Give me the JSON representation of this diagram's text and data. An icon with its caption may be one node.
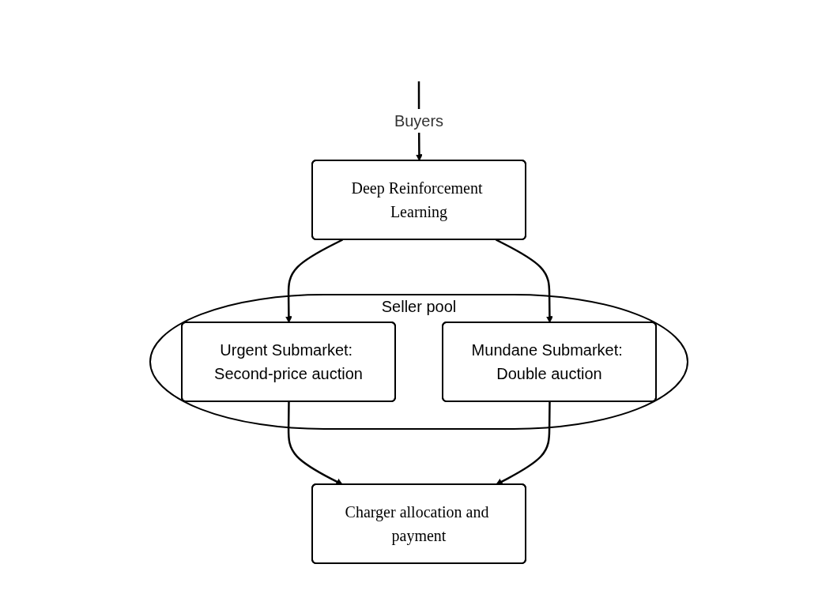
{
  "diagram": {
    "nodes": [
      {
        "text": [
          "Deep Reinforcement Learning"
        ]
      },
      {
        "text": [
          "Seller pool"
        ]
      },
      {
        "text": [
          "Urgent Submarket: Second-price auction"
        ],
        "in": 1
      },
      {
        "text": [
          "Mundane Submarket: Double auction"
        ],
        "in": 1
      },
      {
        "text": [
          "Charger allocation and payment"
        ]
      }
    ],
    "edges": [
      {
        "from": null,
        "to": 0,
        "arrow": "to",
        "label": "Buyers"
      },
      {
        "from": 0,
        "to": 2,
        "arrow": "to"
      },
      {
        "from": 0,
        "to": 3,
        "arrow": "to"
      },
      {
        "from": 2,
        "to": 4,
        "arrow": "to"
      },
      {
        "from": 3,
        "to": 4,
        "arrow": "to"
      }
    ]
  }
}
